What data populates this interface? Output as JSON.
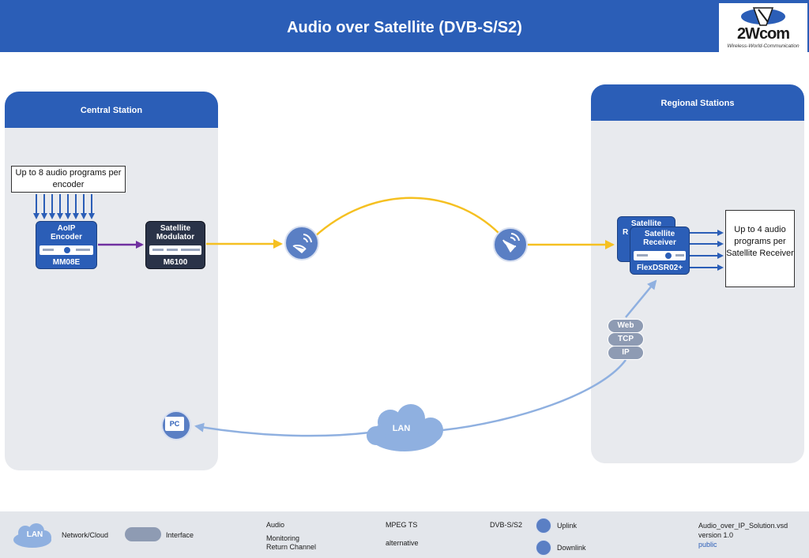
{
  "header": {
    "title": "Audio over Satellite (DVB-S/S2)",
    "logo_word_a": "2W",
    "logo_word_b": "com",
    "logo_tagline": "Wireless-World-Communication"
  },
  "central": {
    "title": "Central Station",
    "note": "Up to 8 audio programs per encoder",
    "encoder": {
      "line1": "AoIP",
      "line2": "Encoder",
      "model": "MM08E"
    },
    "modulator": {
      "line1": "Satellite",
      "line2": "Modulator",
      "model": "M6100"
    },
    "pc_label": "PC"
  },
  "regional": {
    "title": "Regional Stations",
    "receiver_back": {
      "line1": "Satellite",
      "line2": "R"
    },
    "receiver": {
      "line1": "Satellite",
      "line2": "Receiver",
      "model": "FlexDSR02+"
    },
    "note": "Up to 4 audio programs per Satellite Receiver",
    "pills": [
      "Web",
      "TCP",
      "IP"
    ]
  },
  "lan_label": "LAN",
  "legend": {
    "cloud_label": "LAN",
    "network_cloud": "Network/Cloud",
    "interface": "Interface",
    "audio": "Audio",
    "monitoring_1": "Monitoring",
    "monitoring_2": "Return Channel",
    "mpeg_ts": "MPEG TS",
    "alternative": "alternative",
    "dvbs": "DVB-S/S2",
    "uplink": "Uplink",
    "downlink": "Downlink",
    "file_name": "Audio_over_IP_Solution.vsd",
    "version": "version 1.0",
    "public": "public"
  },
  "colors": {
    "brand_blue": "#2b5eb7",
    "audio": "#2b5eb7",
    "monitoring": "#8fb0e0",
    "mpeg_ts": "#7030a0",
    "dvbs": "#f5c021",
    "alternative": "#1e4d2b"
  },
  "icons": [
    "satellite-dish-icon",
    "pc-icon",
    "cloud-icon",
    "arrow-icon"
  ]
}
